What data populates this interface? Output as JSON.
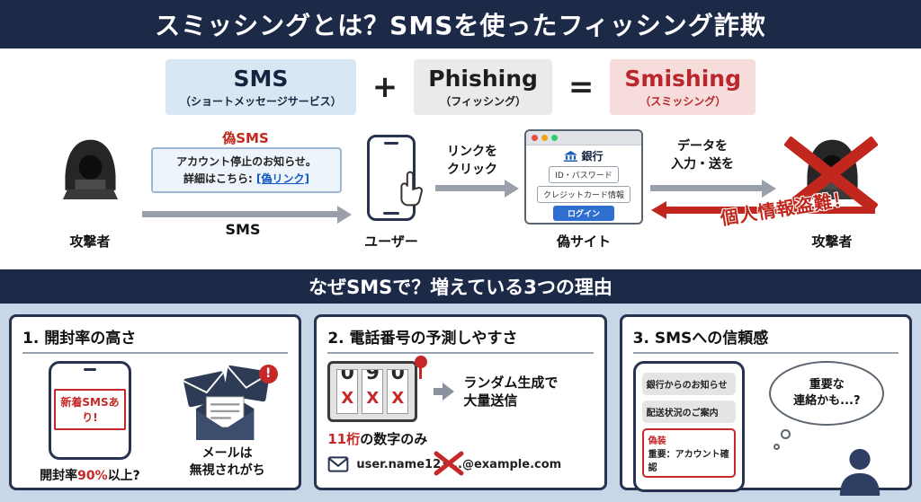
{
  "header": {
    "title": "スミッシングとは？SMSを使ったフィッシング詐欺"
  },
  "formula": {
    "sms_title": "SMS",
    "sms_subtitle": "（ショートメッセージサービス）",
    "plus": "+",
    "phishing_title": "Phishing",
    "phishing_subtitle": "（フィッシング）",
    "equals": "=",
    "smishing_title": "Smishing",
    "smishing_subtitle": "（スミッシング）"
  },
  "flow": {
    "attacker_label": "攻撃者",
    "fake_sms_title": "偽SMS",
    "bubble_line1": "アカウント停止のお知らせ。",
    "bubble_line2_prefix": "詳細はこちら: ",
    "bubble_link": "[偽リンク]",
    "sms_arrow_label": "SMS",
    "user_label": "ユーザー",
    "click_line1": "リンクを",
    "click_line2": "クリック",
    "bank_name": "銀行",
    "field_id": "ID・パスワード",
    "field_card": "クレジットカード情報",
    "login_button": "ログイン",
    "fake_site_label": "偽サイト",
    "data_line1": "データを",
    "data_line2": "入力・送を",
    "stamp": "個人情報盗難！",
    "attacker2_label": "攻撃者"
  },
  "mid_bar": {
    "title": "なぜSMSで？増えている3つの理由"
  },
  "card1": {
    "title": "1. 開封率の高さ",
    "phone_alert": "新着SMSあり!",
    "rate_prefix": "開封率",
    "rate_value": "90%",
    "rate_suffix": "以上?",
    "alert_mark": "!",
    "note_line1": "メールは",
    "note_line2": "無視されがち"
  },
  "card2": {
    "title": "2. 電話番号の予測しやすさ",
    "digits": [
      "0",
      "9",
      "0"
    ],
    "x_mark": "X",
    "random_line1": "ランダム生成で",
    "random_line2": "大量送信",
    "note_highlight": "11桁",
    "note_rest": "の数字のみ",
    "email": "user.name123...@example.com"
  },
  "card3": {
    "title": "3. SMSへの信頼感",
    "msg1": "銀行からのお知らせ",
    "msg2": "配送状況のご案内",
    "fake_tag": "偽装",
    "fake_msg": "重要：アカウント確認",
    "thought_line1": "重要な",
    "thought_line2": "連絡かも...?"
  }
}
